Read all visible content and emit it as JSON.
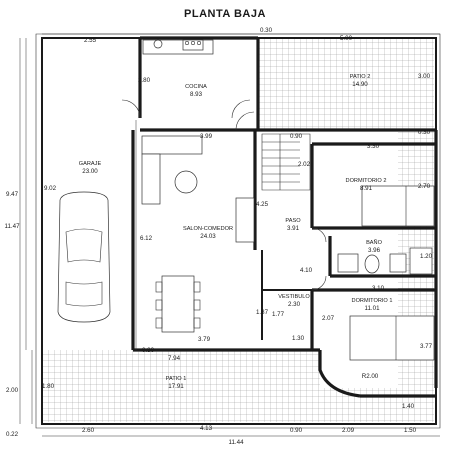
{
  "title": "PLANTA BAJA",
  "rooms": {
    "cocina": {
      "name": "COCINA",
      "area": "8.93"
    },
    "patio2": {
      "name": "PATIO 2",
      "area": "14.90"
    },
    "garaje": {
      "name": "GARAJE",
      "area": "23.00"
    },
    "salon": {
      "name": "SALON-COMEDOR",
      "area": "24.03"
    },
    "dormitorio2": {
      "name": "DORMITORIO 2",
      "area": "8.91"
    },
    "paso": {
      "name": "PASO",
      "area": "3.91"
    },
    "bano": {
      "name": "BAÑO",
      "area": "3.96"
    },
    "vestibulo": {
      "name": "VESTIBULO",
      "area": "2.30"
    },
    "dormitorio1": {
      "name": "DORMITORIO 1",
      "area": "11.01"
    },
    "patio1": {
      "name": "PATIO 1",
      "area": "17.91"
    }
  },
  "labels": {
    "radius": "R2.00"
  },
  "dims": {
    "top_255": "2.55",
    "top_030": "0.30",
    "top_500": "5.00",
    "right_300": "3.00",
    "d_280": "2.80",
    "d_399": "3.99",
    "d_090": "0.90",
    "right_030": "0.30",
    "d_330": "3.30",
    "d_202": "2.02",
    "right_270": "2.70",
    "left_947": "9.47",
    "left_1147": "11.47",
    "left_902": "9.02",
    "d_425": "4.25",
    "d_612": "6.12",
    "right_120": "1.20",
    "d_410": "4.10",
    "d_310": "3.10",
    "d_187": "1.87",
    "d_177": "1.77",
    "d_207": "2.07",
    "right_377": "3.77",
    "d_130": "1.30",
    "d_379": "3.79",
    "d_030b": "0.30",
    "d_794": "7.94",
    "d_180": "1.80",
    "left_200": "2.00",
    "d_140": "1.40",
    "left_022": "0.22",
    "bot_260": "2.60",
    "bot_413": "4.13",
    "bot_090": "0.90",
    "bot_209": "2.09",
    "bot_150": "1.50",
    "bot_1144": "11.44"
  }
}
